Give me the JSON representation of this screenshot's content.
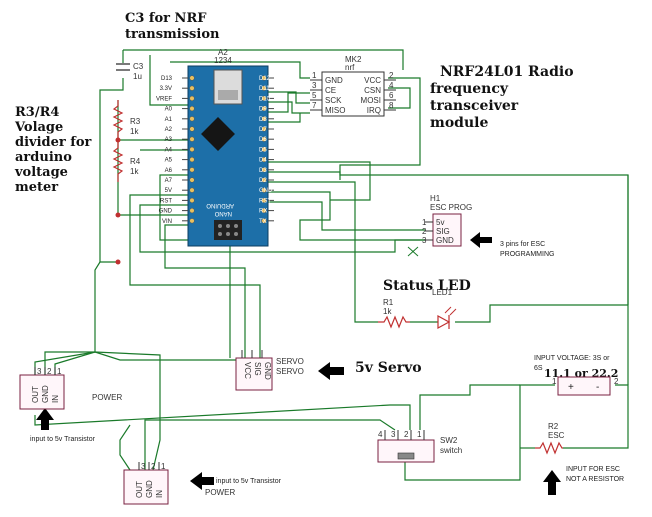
{
  "annotations": {
    "c3_title": [
      "C3 for NRF",
      "transmission"
    ],
    "nrf_title": [
      "NRF24L01 Radio",
      "frequency",
      "transceiver",
      "module"
    ],
    "r3r4_title": [
      "R3/R4",
      "Volage",
      "divider for",
      "arduino",
      "voltage",
      "meter"
    ],
    "servo_title": "5v Servo",
    "status_led": "Status LED",
    "esc_pins_note": [
      "3 pins for ESC",
      "PROGRAMMING"
    ],
    "input_voltage": [
      "INPUT VOLTAGE: 3S or",
      "6S"
    ],
    "voltage_value": "11.1 or 22.2",
    "esc_input_note": [
      "INPUT FOR ESC",
      "NOT A RESISTOR"
    ],
    "transistor_note_1": "input to 5v Transistor",
    "transistor_note_2": "input to 5v Transistor"
  },
  "components": {
    "c3": {
      "ref": "C3",
      "value": "1u"
    },
    "arduino": {
      "ref": "A2",
      "value": "1234",
      "left_pins": [
        "D13",
        "3.3V",
        "VREF",
        "A0",
        "A1",
        "A2",
        "A3",
        "A4",
        "A5",
        "A6",
        "A7",
        "5V",
        "RST",
        "GND",
        "VIN"
      ],
      "right_pins": [
        "D12",
        "D11",
        "D10",
        "D9",
        "D8",
        "D7",
        "D6",
        "D5",
        "D4",
        "D3",
        "D2",
        "GND",
        "RST",
        "RX",
        "TX"
      ],
      "board_text": [
        "ARDUINO",
        "NANO"
      ]
    },
    "nrf": {
      "ref": "MK2",
      "value": "nrf",
      "left_pins": [
        "GND",
        "CE",
        "SCK",
        "MISO"
      ],
      "right_pins": [
        "VCC",
        "CSN",
        "MOSI",
        "IRQ"
      ],
      "left_nums": [
        "1",
        "3",
        "5",
        "7"
      ],
      "right_nums": [
        "2",
        "4",
        "6",
        "8"
      ]
    },
    "r3": {
      "ref": "R3",
      "value": "1k"
    },
    "r4": {
      "ref": "R4",
      "value": "1k"
    },
    "esc_prog": {
      "ref": "H1",
      "value": "ESC PROG",
      "pins": [
        "5v",
        "SIG",
        "GND"
      ],
      "nums": [
        "1",
        "2",
        "3"
      ]
    },
    "r1": {
      "ref": "R1",
      "value": "1k"
    },
    "led": {
      "ref": "LED1"
    },
    "servo": {
      "pins": [
        "VCC",
        "SIG",
        "GND"
      ],
      "label_top": "SERVO",
      "label_bot": "SERVO"
    },
    "reg1": {
      "pins": [
        "OUT",
        "GND",
        "IN"
      ],
      "nums": [
        "3",
        "2",
        "1"
      ],
      "label": "POWER"
    },
    "reg2": {
      "pins": [
        "OUT",
        "GND",
        "IN"
      ],
      "nums": [
        "3",
        "2",
        "1"
      ],
      "label": "POWER"
    },
    "battery": {
      "nums": [
        "1",
        "2"
      ],
      "plus": "+",
      "minus": "-"
    },
    "r2": {
      "ref": "R2",
      "value": "ESC"
    },
    "sw2": {
      "ref": "SW2",
      "value": "switch",
      "nums": [
        "4",
        "3",
        "2",
        "1"
      ]
    }
  }
}
